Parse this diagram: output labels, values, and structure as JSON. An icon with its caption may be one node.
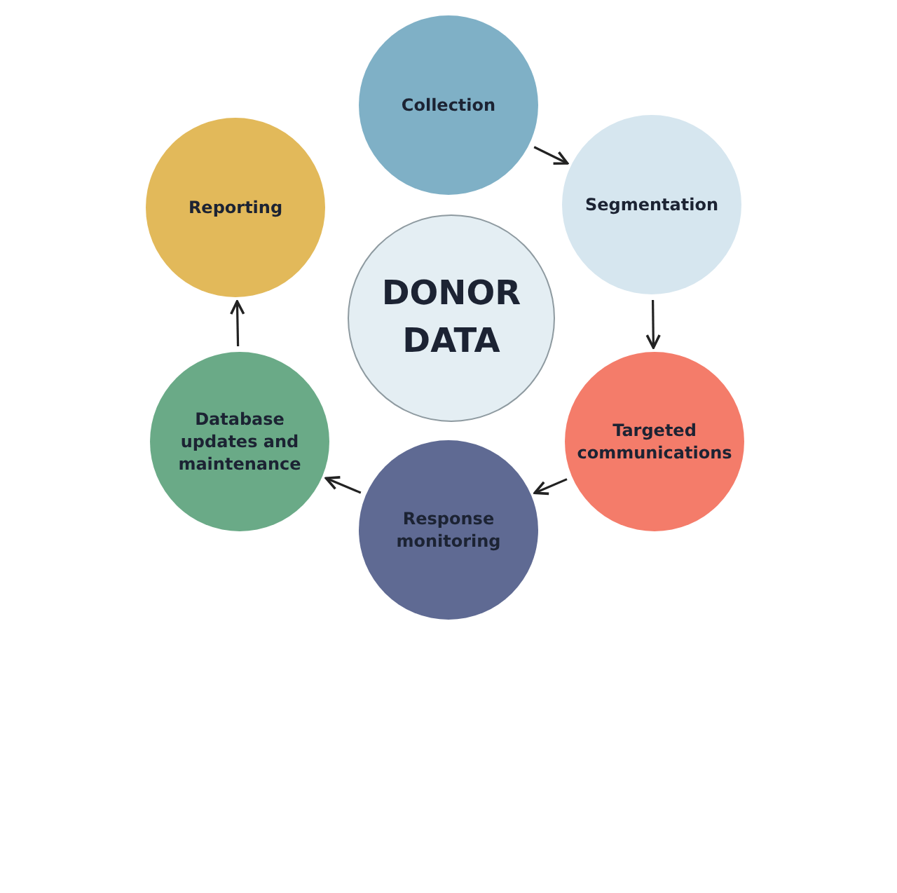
{
  "diagram": {
    "nodes": [
      {
        "text": [
          "DONOR DATA"
        ]
      },
      {
        "text": [
          "Collection"
        ]
      },
      {
        "text": [
          "Segmentation"
        ]
      },
      {
        "text": [
          "Targeted communications"
        ]
      },
      {
        "text": [
          "Response monitoring"
        ]
      },
      {
        "text": [
          "Database updates and maintenance"
        ]
      },
      {
        "text": [
          "Reporting"
        ]
      }
    ],
    "edges": [
      {
        "from": 1,
        "to": 2,
        "arrow": "to"
      },
      {
        "from": 2,
        "to": 3,
        "arrow": "to"
      },
      {
        "from": 3,
        "to": 4,
        "arrow": "to"
      },
      {
        "from": 4,
        "to": 5,
        "arrow": "to"
      },
      {
        "from": 5,
        "to": 6,
        "arrow": "to"
      }
    ]
  }
}
